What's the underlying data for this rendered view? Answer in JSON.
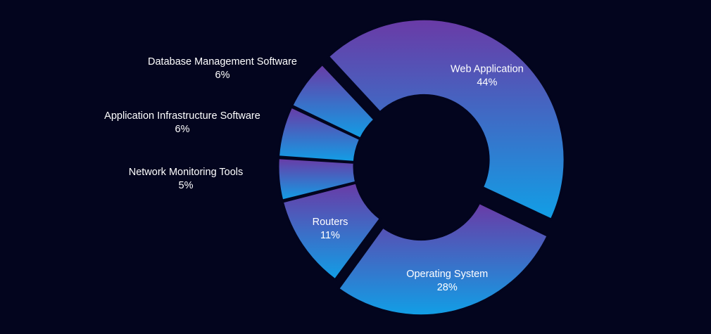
{
  "chart_data": {
    "type": "pie",
    "variant": "donut",
    "title": "",
    "slices": [
      {
        "label": "Web Application",
        "value": 44,
        "display": "44%",
        "exploded": true,
        "label_position": "inside"
      },
      {
        "label": "Operating System",
        "value": 28,
        "display": "28%",
        "exploded": true,
        "label_position": "inside"
      },
      {
        "label": "Routers",
        "value": 11,
        "display": "11%",
        "exploded": false,
        "label_position": "inside"
      },
      {
        "label": "Network Monitoring Tools",
        "value": 5,
        "display": "5%",
        "exploded": false,
        "label_position": "outside"
      },
      {
        "label": "Application Infrastructure Software",
        "value": 6,
        "display": "6%",
        "exploded": false,
        "label_position": "outside"
      },
      {
        "label": "Database Management Software",
        "value": 6,
        "display": "6%",
        "exploded": false,
        "label_position": "outside"
      }
    ],
    "colors": {
      "background": "#03051e",
      "gradient_start": "#6a3aa6",
      "gradient_end": "#119fe6",
      "separator": "#03051e",
      "label": "#ffffff"
    }
  }
}
